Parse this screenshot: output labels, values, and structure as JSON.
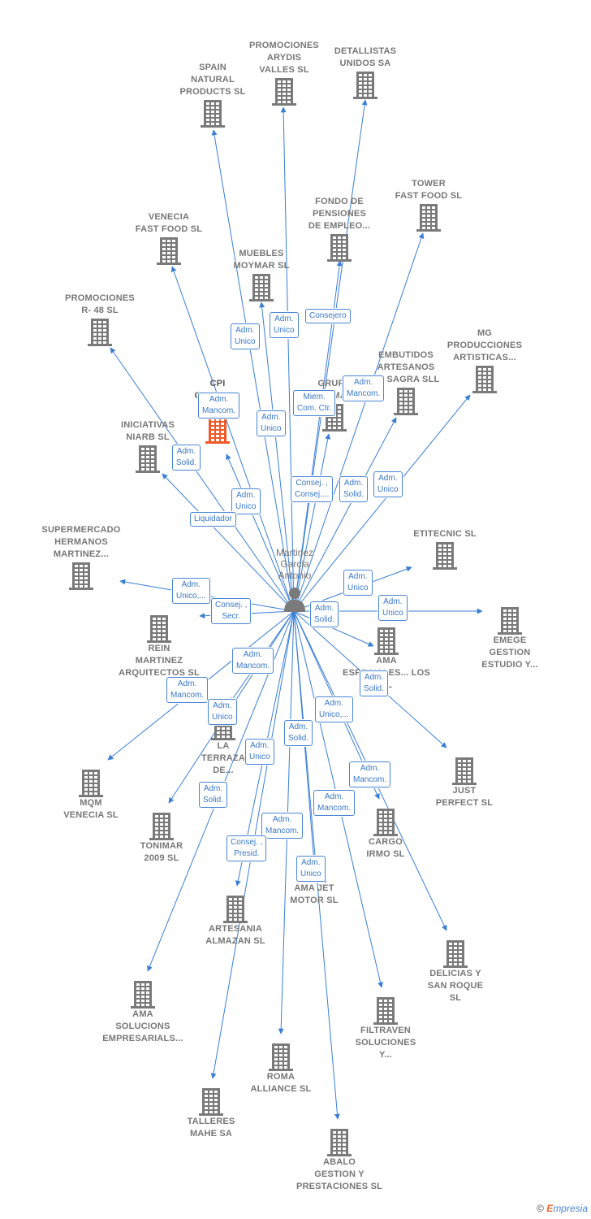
{
  "person": {
    "name": "Martinez\nGarcia\nAntonio"
  },
  "colors": {
    "edge": "#3a7fd5",
    "building": "#7a7a7a",
    "building_highlight": "#f05a28"
  },
  "companies": [
    {
      "id": "spain",
      "label": "SPAIN\nNATURAL\nPRODUCTS  SL"
    },
    {
      "id": "arydis",
      "label": "PROMOCIONES\nARYDIS\nVALLES SL"
    },
    {
      "id": "detallistas",
      "label": "DETALLISTAS\nUNIDOS SA"
    },
    {
      "id": "tower",
      "label": "TOWER\nFAST FOOD  SL"
    },
    {
      "id": "fondo",
      "label": "FONDO DE\nPENSIONES\nDE EMPLEO..."
    },
    {
      "id": "venecia_ff",
      "label": "VENECIA\nFAST FOOD SL"
    },
    {
      "id": "muebles",
      "label": "MUEBLES\nMOYMAR SL"
    },
    {
      "id": "promo_r48",
      "label": "PROMOCIONES\nR- 48  SL"
    },
    {
      "id": "mg",
      "label": "MG\nPRODUCCIONES\nARTISTICAS..."
    },
    {
      "id": "embutidos",
      "label": "EMBUTIDOS\nARTESANOS\nLA SAGRA SLL"
    },
    {
      "id": "cpi",
      "label": "CPI\nCRESMAR\nMA..."
    },
    {
      "id": "grupo",
      "label": "GRUP...\nATUMA..."
    },
    {
      "id": "iniciativas",
      "label": "INICIATIVAS\nNIARB SL"
    },
    {
      "id": "supermercado",
      "label": "SUPERMERCADO\nHERMANOS\nMARTINEZ..."
    },
    {
      "id": "etitecnic",
      "label": "ETITECNIC  SL"
    },
    {
      "id": "emege",
      "label": "EMEGE\nGESTION\nESTUDIO Y..."
    },
    {
      "id": "rein",
      "label": "REIN\nMARTINEZ\nARQUITECTOS SL"
    },
    {
      "id": "ama_esp",
      "label": "AMA\nESPECIALES... LOS SL"
    },
    {
      "id": "terraza",
      "label": "LA\nTERRAZA\nDE..."
    },
    {
      "id": "mqm",
      "label": "MQM\nVENECIA  SL"
    },
    {
      "id": "just",
      "label": "JUST\nPERFECT  SL"
    },
    {
      "id": "tonimar",
      "label": "TONIMAR\n2009 SL"
    },
    {
      "id": "cargo",
      "label": "CARGO\nIRMO  SL"
    },
    {
      "id": "amajet",
      "label": "AMA JET\nMOTOR  SL"
    },
    {
      "id": "artesania",
      "label": "ARTESANIA\nALMAZAN SL"
    },
    {
      "id": "delicias",
      "label": "DELICIAS Y\nSAN ROQUE\nSL"
    },
    {
      "id": "ama_sol",
      "label": "AMA\nSOLUCIONS\nEMPRESARIALS..."
    },
    {
      "id": "filtraven",
      "label": "FILTRAVEN\nSOLUCIONES\nY..."
    },
    {
      "id": "roma",
      "label": "ROMA\nALLIANCE  SL"
    },
    {
      "id": "talleres",
      "label": "TALLERES\nMAHE SA"
    },
    {
      "id": "abalo",
      "label": "ABALO\nGESTION Y\nPRESTACIONES SL"
    }
  ],
  "relations": [
    {
      "id": "r1",
      "label": "Adm.\nUnico"
    },
    {
      "id": "r2",
      "label": "Adm.\nUnico"
    },
    {
      "id": "r3",
      "label": "Consejero"
    },
    {
      "id": "r4",
      "label": "Adm.\nMancom."
    },
    {
      "id": "r5",
      "label": "Adm.\nMancom."
    },
    {
      "id": "r6",
      "label": "Miem.\nCom. Ctr."
    },
    {
      "id": "r7",
      "label": "Adm.\nUnico"
    },
    {
      "id": "r8",
      "label": "Adm.\nSolid."
    },
    {
      "id": "r9",
      "label": "Adm.\nUnico"
    },
    {
      "id": "r10",
      "label": "Liquidador"
    },
    {
      "id": "r11",
      "label": "Consej. ,\nConsej...."
    },
    {
      "id": "r12",
      "label": "Adm.\nSolid."
    },
    {
      "id": "r13",
      "label": "Adm.\nUnico"
    },
    {
      "id": "r14",
      "label": "Adm.\nUnico,..."
    },
    {
      "id": "r15",
      "label": "Consej. ,\nSecr."
    },
    {
      "id": "r16",
      "label": "Adm.\nUnico"
    },
    {
      "id": "r17",
      "label": "Adm.\nSolid."
    },
    {
      "id": "r18",
      "label": "Adm.\nUnico"
    },
    {
      "id": "r19",
      "label": "Adm.\nMancom."
    },
    {
      "id": "r20",
      "label": "Adm.\nMancom."
    },
    {
      "id": "r21",
      "label": "Adm.\nSolid."
    },
    {
      "id": "r22",
      "label": "Adm.\nUnico"
    },
    {
      "id": "r23",
      "label": "Adm.\nUnico,..."
    },
    {
      "id": "r24",
      "label": "Adm.\nSolid."
    },
    {
      "id": "r25",
      "label": "Adm.\nUnico"
    },
    {
      "id": "r26",
      "label": "Adm.\nMancom."
    },
    {
      "id": "r27",
      "label": "Adm.\nSolid."
    },
    {
      "id": "r28",
      "label": "Adm.\nMancom."
    },
    {
      "id": "r29",
      "label": "Adm.\nMancom."
    },
    {
      "id": "r30",
      "label": "Consej. ,\nPresid."
    },
    {
      "id": "r31",
      "label": "Adm.\nUnico"
    }
  ],
  "credit": {
    "symbol": "©",
    "brand_first": "E",
    "brand_rest": "mpresia"
  }
}
